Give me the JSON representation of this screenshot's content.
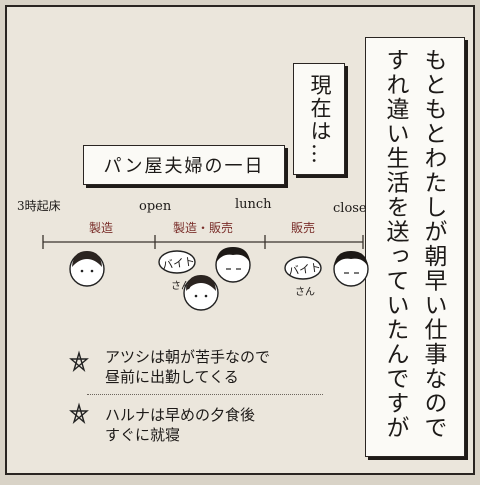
{
  "narration": "もともとわたしが朝早い仕事なので\nすれ違い生活を送っていたんですが",
  "genzai": "現在は…",
  "timeline": {
    "title": "パン屋夫婦の一日",
    "time_labels": {
      "wake": "3時起床",
      "open": "open",
      "lunch": "lunch",
      "close": "close"
    },
    "segments": {
      "seizo": "製造",
      "seizo_hanbai": "製造・販売",
      "hanbai": "販売"
    },
    "baito_label": "バイト",
    "baito_san": "さん"
  },
  "notes": [
    {
      "line1": "アツシは朝が苦手なので",
      "line2": "昼前に出勤してくる"
    },
    {
      "line1": "ハルナは早めの夕食後",
      "line2": "すぐに就寝"
    }
  ],
  "colors": {
    "segment_text": "#7a2e2a",
    "panel_bg": "#ebe6dc",
    "box_bg": "#fbfaf6",
    "ink": "#1d1a18"
  }
}
